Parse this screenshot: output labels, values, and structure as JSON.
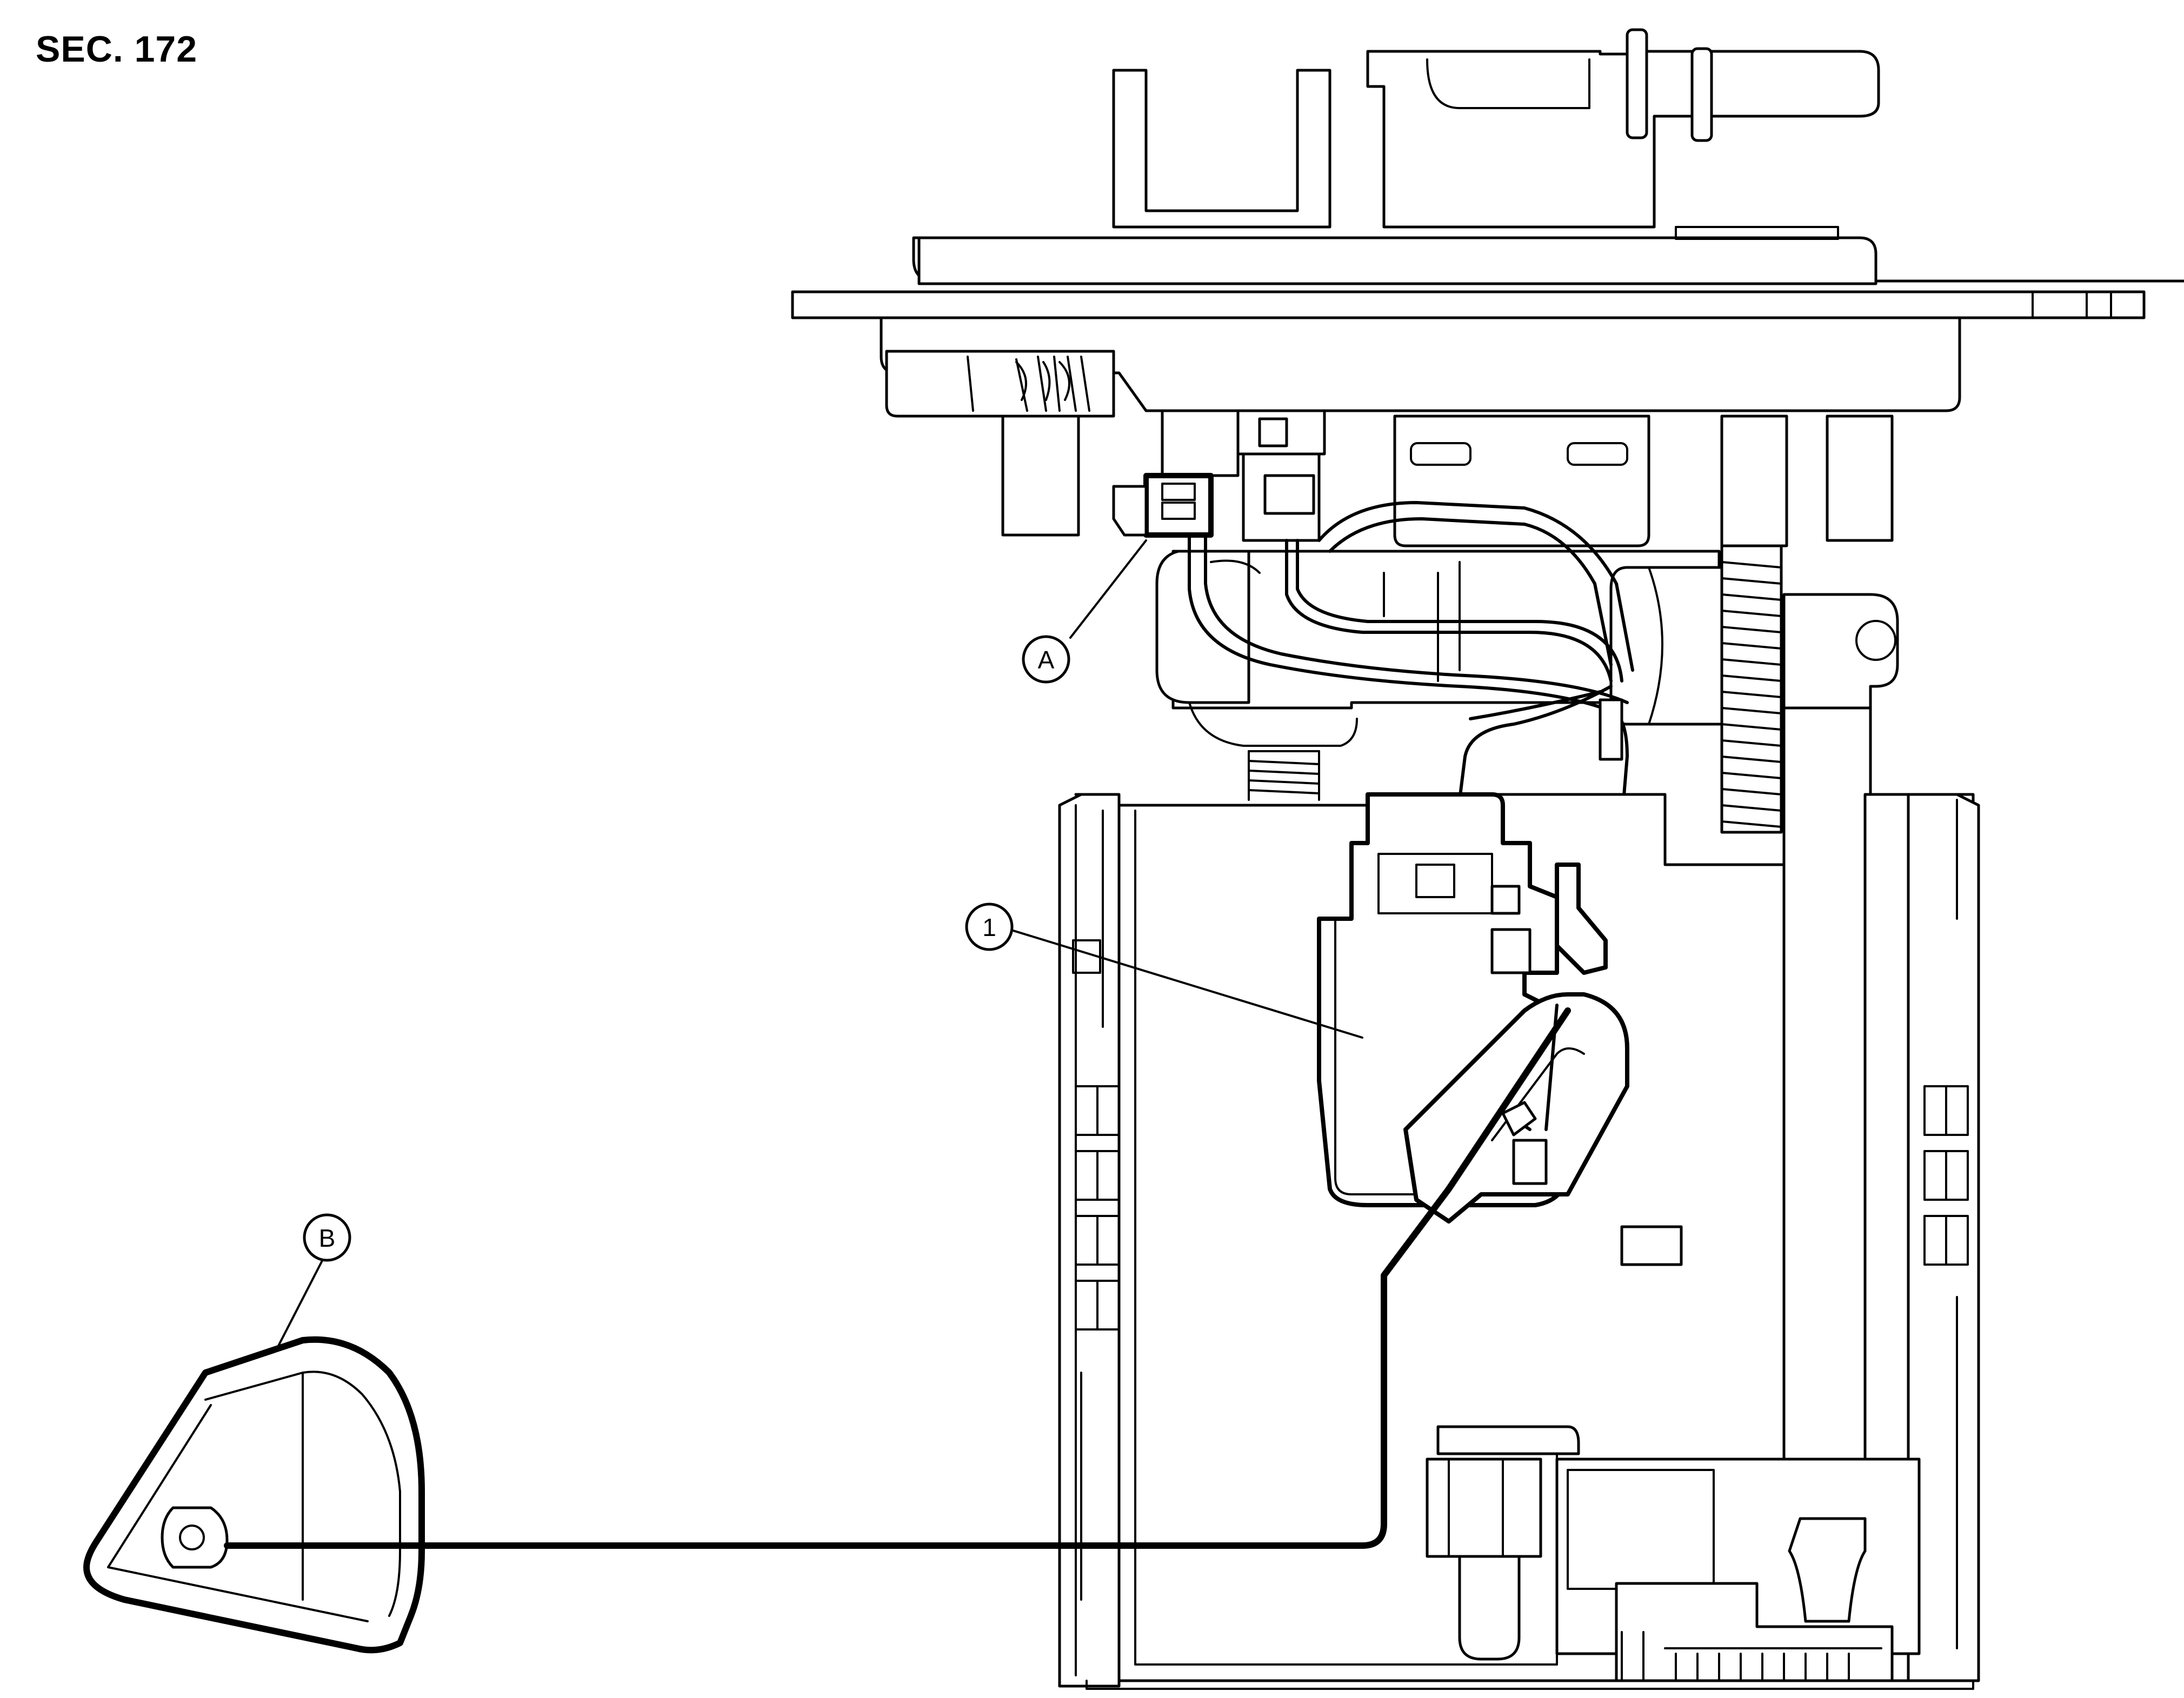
{
  "section": "SEC. 172",
  "callouts": {
    "a": "A",
    "b": "B",
    "one": "1"
  }
}
